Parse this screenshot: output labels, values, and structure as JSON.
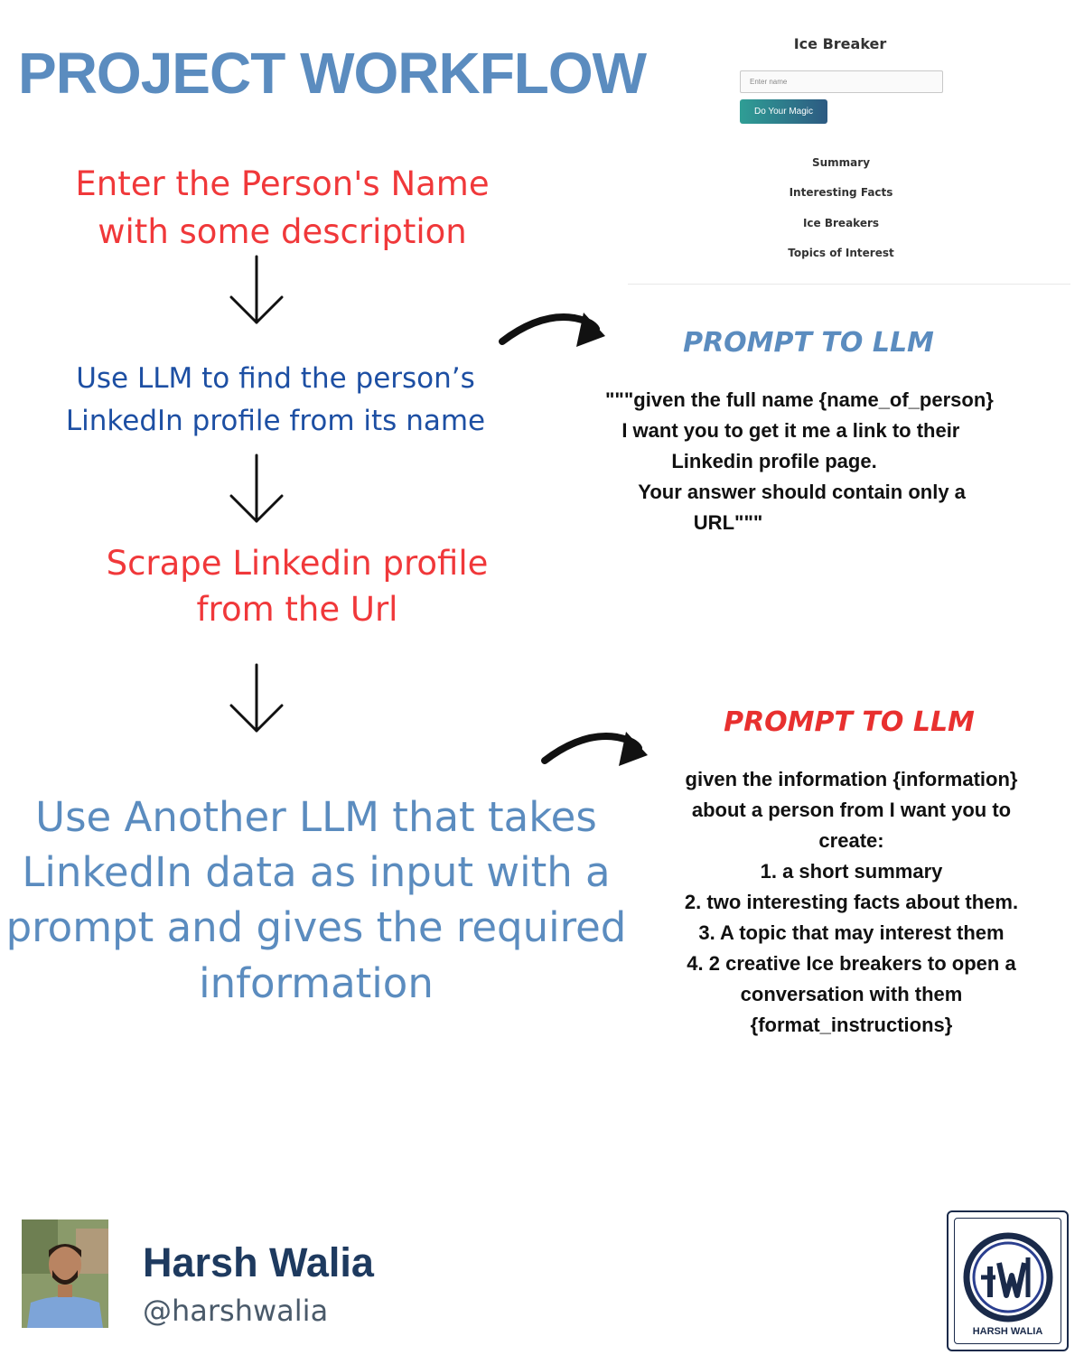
{
  "title": "PROJECT WORKFLOW",
  "ui_preview": {
    "app_title": "Ice Breaker",
    "input_placeholder": "Enter name",
    "button_label": "Do Your Magic",
    "links": [
      "Summary",
      "Interesting Facts",
      "Ice Breakers",
      "Topics of Interest"
    ]
  },
  "steps": [
    {
      "text": "Enter the Person's Name\nwith some description",
      "color": "#f0383a"
    },
    {
      "text": "Use LLM  to find the person’s\nLinkedIn profile from its name",
      "color": "#1d4fa3"
    },
    {
      "text": "Scrape Linkedin profile\nfrom the Url",
      "color": "#f0383a"
    },
    {
      "text": "Use Another LLM that takes\nLinkedIn data as input with a\nprompt and gives the required\ninformation",
      "color": "#5b8cbf"
    }
  ],
  "prompt1": {
    "heading": "PROMPT TO LLM",
    "heading_color": "#5b8cbf",
    "text": "\"\"\"given the full name {name_of_person}\n   I want you to get it me a link to their\n            Linkedin profile page.\n      Your answer should contain only a\n                URL\"\"\""
  },
  "prompt2": {
    "heading": "PROMPT TO LLM",
    "heading_color": "#e8302f",
    "text": "given the information {information}\nabout a person from I want you to\ncreate:\n1. a short summary\n2. two interesting facts about them.\n3. A topic that may interest them\n4. 2 creative Ice breakers to open a\nconversation with them\n{format_instructions}"
  },
  "author": {
    "name": "Harsh Walia",
    "handle": "@harshwalia",
    "logo_text": "HARSH WALIA"
  },
  "colors": {
    "title": "#5b8cbf",
    "red": "#f0383a",
    "blue": "#1d4fa3",
    "navy": "#1e3a5f"
  }
}
